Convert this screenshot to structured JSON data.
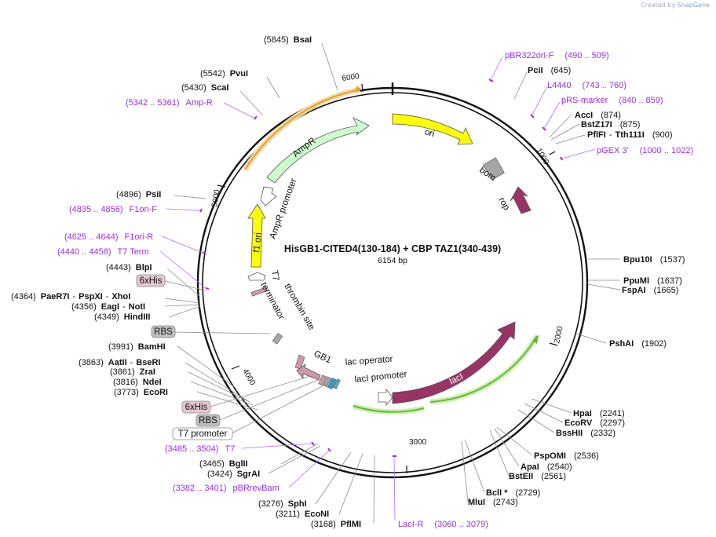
{
  "credit": {
    "prefix": "Created by",
    "brand": "SnapGene"
  },
  "plasmid": {
    "name": "HisGB1-CITED4(130-184) + CBP TAZ1(340-439)",
    "size_label": "6154 bp",
    "length": 6154
  },
  "ticks": [
    "1000",
    "2000",
    "3000",
    "4000",
    "5000",
    "6000"
  ],
  "enzymes": [
    {
      "name": "BsaI",
      "pos": "(5845)"
    },
    {
      "name": "PvuI",
      "pos": "(5542)"
    },
    {
      "name": "ScaI",
      "pos": "(5430)"
    },
    {
      "name": "PsiI",
      "pos": "(4896)"
    },
    {
      "name": "BlpI",
      "pos": "(4443)"
    },
    {
      "name": "PaeR7I",
      "name2": "PspXI",
      "name3": "XhoI",
      "pos": "(4364)"
    },
    {
      "name": "EagI",
      "name2": "NotI",
      "pos": "(4356)"
    },
    {
      "name": "HindIII",
      "pos": "(4349)"
    },
    {
      "name": "BamHI",
      "pos": "(3991)"
    },
    {
      "name": "AatII",
      "name2": "BseRI",
      "pos": "(3863)"
    },
    {
      "name": "ZraI",
      "pos": "(3861)"
    },
    {
      "name": "NdeI",
      "pos": "(3816)"
    },
    {
      "name": "EcoRI",
      "pos": "(3773)"
    },
    {
      "name": "BglII",
      "pos": "(3465)"
    },
    {
      "name": "SgrAI",
      "pos": "(3424)"
    },
    {
      "name": "SphI",
      "pos": "(3276)"
    },
    {
      "name": "EcoNI",
      "pos": "(3211)"
    },
    {
      "name": "PflMI",
      "pos": "(3168)"
    },
    {
      "name": "PciI",
      "pos": "(645)"
    },
    {
      "name": "AccI",
      "pos": "(874)"
    },
    {
      "name": "BstZ17I",
      "pos": "(875)"
    },
    {
      "name": "PflFI",
      "name2": "Tth111I",
      "pos": "(900)"
    },
    {
      "name": "Bpu10I",
      "pos": "(1537)"
    },
    {
      "name": "PpuMI",
      "pos": "(1637)"
    },
    {
      "name": "FspAI",
      "pos": "(1665)"
    },
    {
      "name": "PshAI",
      "pos": "(1902)"
    },
    {
      "name": "HpaI",
      "pos": "(2241)"
    },
    {
      "name": "EcoRV",
      "pos": "(2297)"
    },
    {
      "name": "BssHII",
      "pos": "(2332)"
    },
    {
      "name": "PspOMI",
      "pos": "(2536)"
    },
    {
      "name": "ApaI",
      "pos": "(2540)"
    },
    {
      "name": "BstEII",
      "pos": "(2561)"
    },
    {
      "name": "BclI *",
      "pos": "(2729)"
    },
    {
      "name": "MluI",
      "pos": "(2743)"
    }
  ],
  "primers": [
    {
      "name": "pBR322ori-F",
      "range": "(490 .. 509)"
    },
    {
      "name": "L4440",
      "range": "(743 .. 760)"
    },
    {
      "name": "pRS-marker",
      "range": "(840 .. 859)"
    },
    {
      "name": "pGEX 3'",
      "range": "(1000 .. 1022)"
    },
    {
      "name": "Amp-R",
      "range": "(5342 .. 5361)"
    },
    {
      "name": "F1ori-F",
      "range": "(4835 .. 4856)"
    },
    {
      "name": "F1ori-R",
      "range": "(4625 .. 4644)"
    },
    {
      "name": "T7 Term",
      "range": "(4440 .. 4458)"
    },
    {
      "name": "T7",
      "range": "(3485 .. 3504)"
    },
    {
      "name": "pBRrevBam",
      "range": "(3382 .. 3401)"
    },
    {
      "name": "LacI-R",
      "range": "(3060 .. 3079)"
    }
  ],
  "boxed_labels": [
    "6xHis",
    "RBS",
    "6xHis",
    "RBS",
    "T7 promoter"
  ],
  "features": {
    "ori": "ori",
    "bom": "bom",
    "rop": "rop",
    "ampr": "AmpR",
    "ampr_promoter": "AmpR promoter",
    "f1_ori": "f1 ori",
    "t7_terminator_1": "T7",
    "t7_terminator_2": "terminator",
    "thrombin": "thrombin site",
    "gb1": "GB1",
    "lac_operator": "lac operator",
    "laci_promoter": "lacI promoter",
    "laci": "lacI"
  },
  "colors": {
    "ori": "#ffff00",
    "ampr": "#ccffcc",
    "laci": "#993366",
    "rop": "#993366",
    "f1": "#ffff00",
    "bom": "#a6a6a6",
    "gb1": "#cc99aa",
    "primer": "#9a2ee0",
    "orf_orange": "#e8a030",
    "orf_green": "#66bb33"
  }
}
